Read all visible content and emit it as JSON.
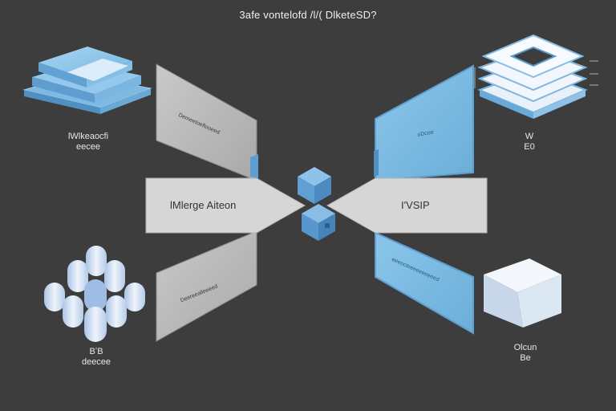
{
  "title": "3afe vontelofd /l/( DlketeSD?",
  "nodes": {
    "top_left": {
      "line1": "lWlkeaocfi",
      "line2": "eecee",
      "icon": "layered-platform-icon"
    },
    "top_right": {
      "line1": "W",
      "line2": "E0",
      "icon": "stacked-layers-icon"
    },
    "bottom_left": {
      "line1": "BʼB",
      "line2": "deecee",
      "icon": "cluster-cylinders-icon"
    },
    "bottom_right": {
      "line1": "Olcun",
      "line2": "Be",
      "icon": "cube-block-icon"
    }
  },
  "arrows": {
    "left": {
      "label": "lMlerge Aiteon"
    },
    "right": {
      "label": "I'VSIP"
    }
  },
  "panels": {
    "upper_left": {
      "text": "Demeetoeftooeed"
    },
    "lower_left": {
      "text": "Deereealleeeed"
    },
    "upper_right": {
      "text": "oDcoe"
    },
    "lower_right": {
      "text": "eeeocteeeeeeeeeed"
    }
  },
  "colors": {
    "background": "#3d3d3d",
    "gray_panel": "#bdbdbd",
    "blue_panel": "#7fbbe0",
    "arrow": "#d6d6d6",
    "cube": "#5f9fd4"
  }
}
